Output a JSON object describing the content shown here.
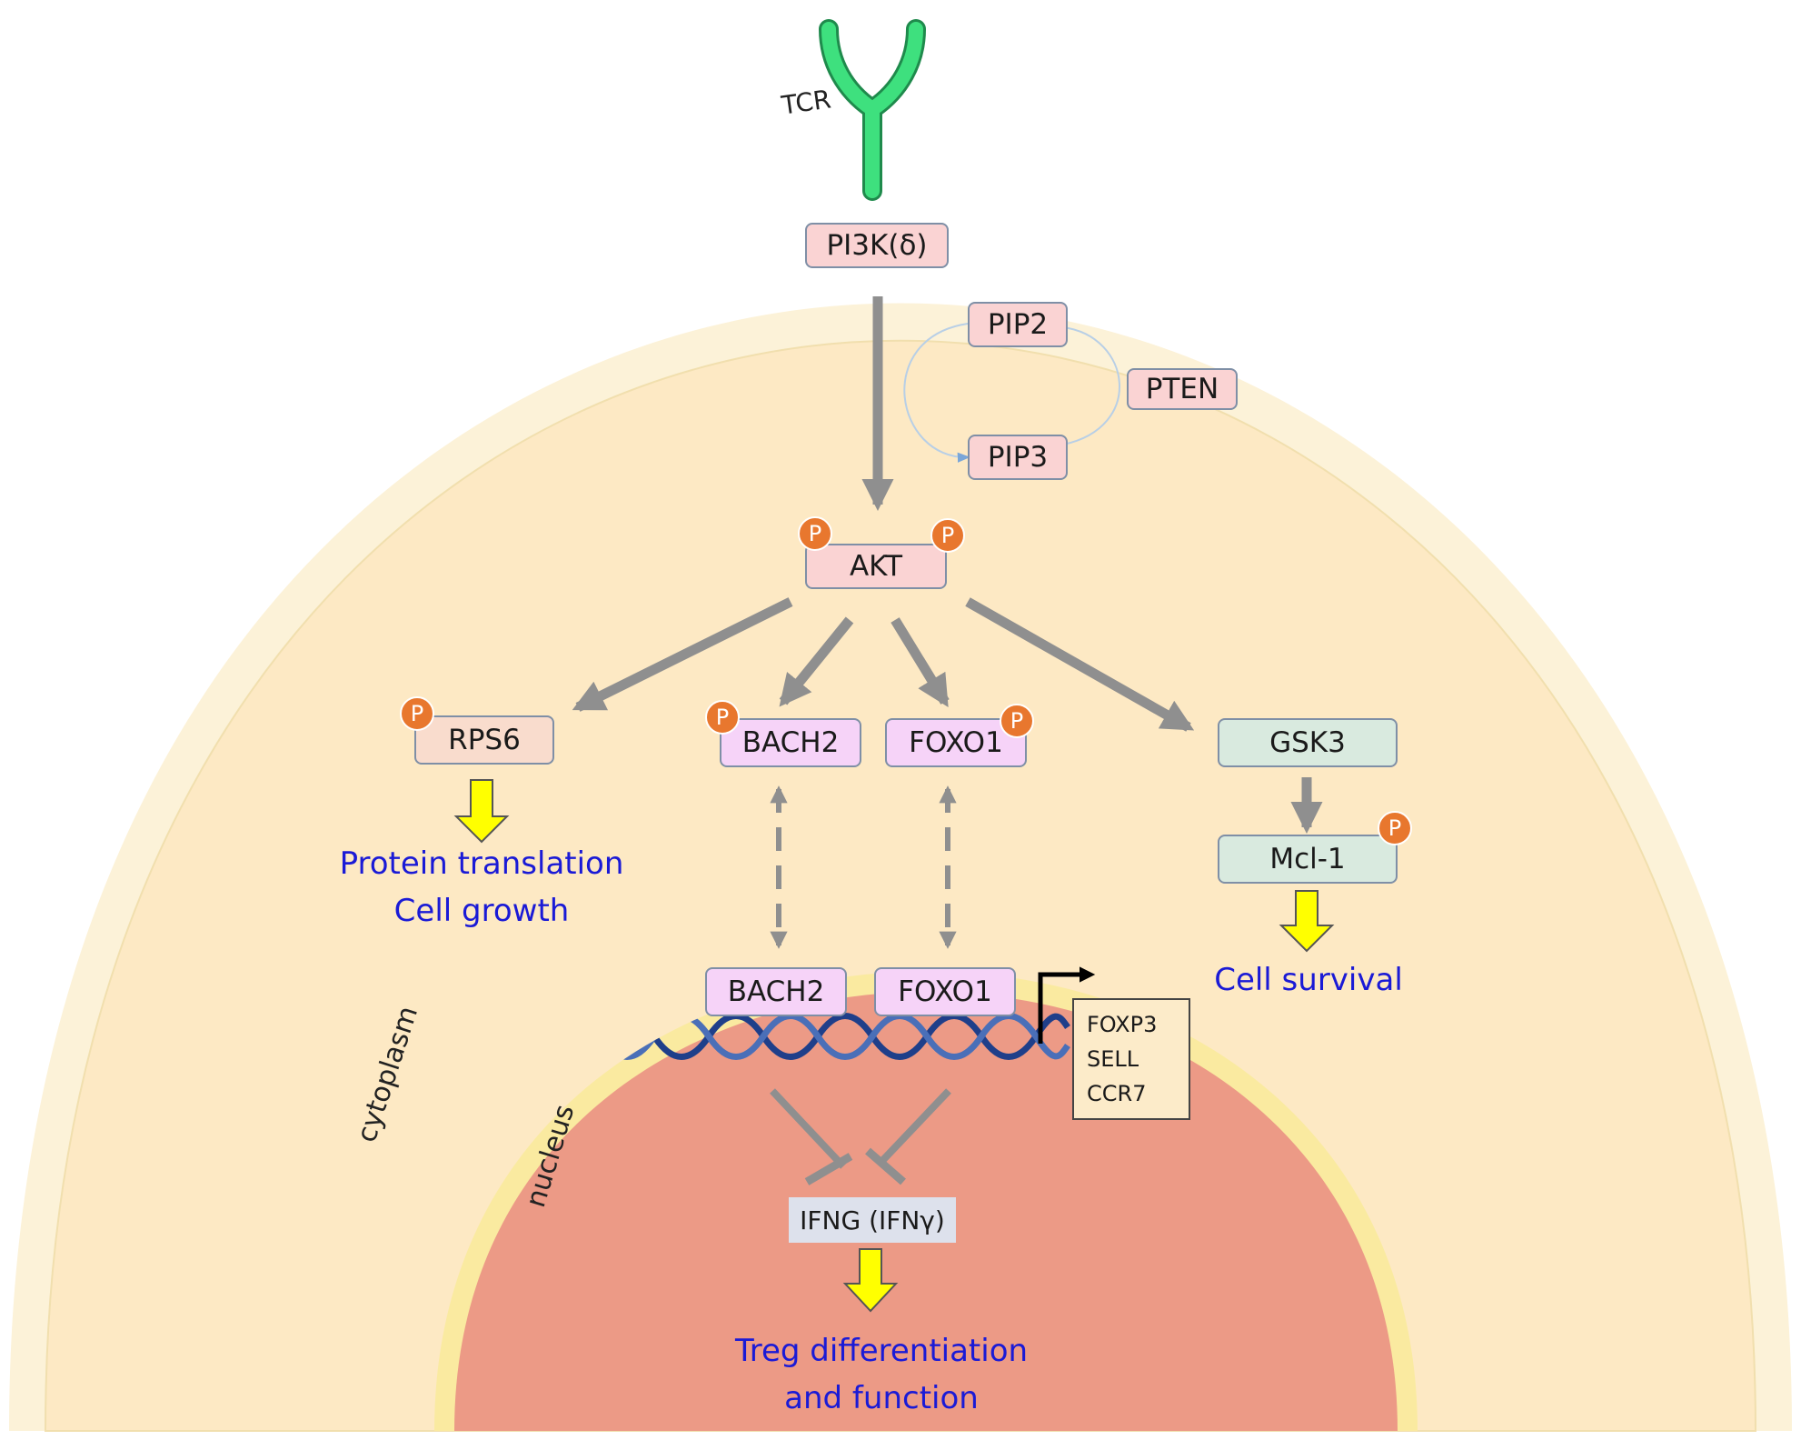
{
  "labels": {
    "tcr": "TCR",
    "cytoplasm": "cytoplasm",
    "nucleus": "nucleus"
  },
  "nodes": {
    "pi3k": "PI3K(δ)",
    "pip2": "PIP2",
    "pip3": "PIP3",
    "pten": "PTEN",
    "akt": "AKT",
    "rps6": "RPS6",
    "bach2_cyto": "BACH2",
    "foxo1_cyto": "FOXO1",
    "gsk3": "GSK3",
    "mcl1": "Mcl-1",
    "bach2_nuc": "BACH2",
    "foxo1_nuc": "FOXO1",
    "ifng": "IFNG (IFNγ)"
  },
  "phospho_badge": "P",
  "target_genes": [
    "FOXP3",
    "SELL",
    "CCR7"
  ],
  "outcomes": {
    "rps6": [
      "Protein translation",
      "Cell growth"
    ],
    "mcl1": [
      "Cell survival"
    ],
    "ifng": [
      "Treg differentiation",
      "and function"
    ]
  },
  "colors": {
    "cell_membrane": "#fcf2d8",
    "cytoplasm": "#fde9c4",
    "nuclear_envelope": "#faeaa0",
    "nucleus": "#ec9a86",
    "tcr": "#3ee07e",
    "arrow_grey": "#8f8f8f",
    "outcome_arrow": "#ffff00",
    "outcome_text": "#1a1ad6",
    "phospho": "#e8772e",
    "dna": "#1f3f8a"
  }
}
